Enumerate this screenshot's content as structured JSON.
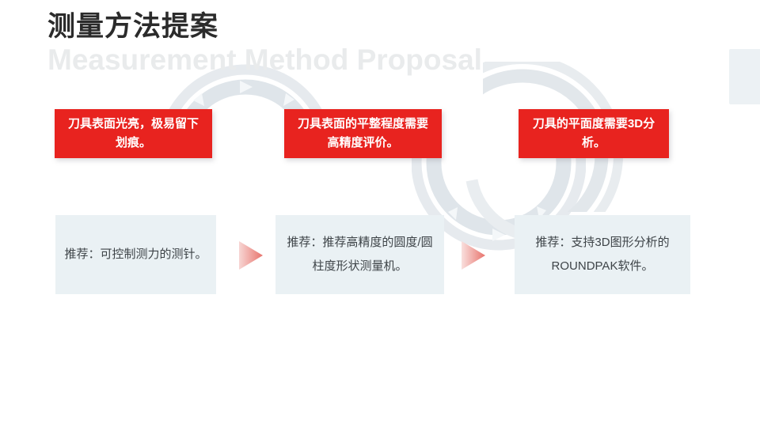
{
  "slide": {
    "background_color": "#ffffff",
    "accent_red": "#e8231f",
    "accent_blue_panel": "#eaf1f4",
    "watermark_color": "#dfe5ea",
    "edge_block_color": "#ecf1f4"
  },
  "header": {
    "title_cn": "测量方法提案",
    "title_en": "Measurement Method Proposal"
  },
  "problems": [
    {
      "id": "problem-1",
      "text": "刀具表面光亮，极易留下划痕。"
    },
    {
      "id": "problem-2",
      "text": "刀具表面的平整程度需要高精度评价。"
    },
    {
      "id": "problem-3",
      "text": "刀具的平面度需要3D分析。"
    }
  ],
  "recommendations": [
    {
      "id": "recommendation-1",
      "text": "推荐：可控制测力的测针。"
    },
    {
      "id": "recommendation-2",
      "text": "推荐：推荐高精度的圆度/圆柱度形状测量机。"
    },
    {
      "id": "recommendation-3",
      "text": "推荐：支持3D图形分析的ROUNDPAK软件。"
    }
  ],
  "arrows": [
    {
      "id": "flow-arrow-1",
      "icon": "triangle-right-icon"
    },
    {
      "id": "flow-arrow-2",
      "icon": "triangle-right-icon"
    }
  ]
}
